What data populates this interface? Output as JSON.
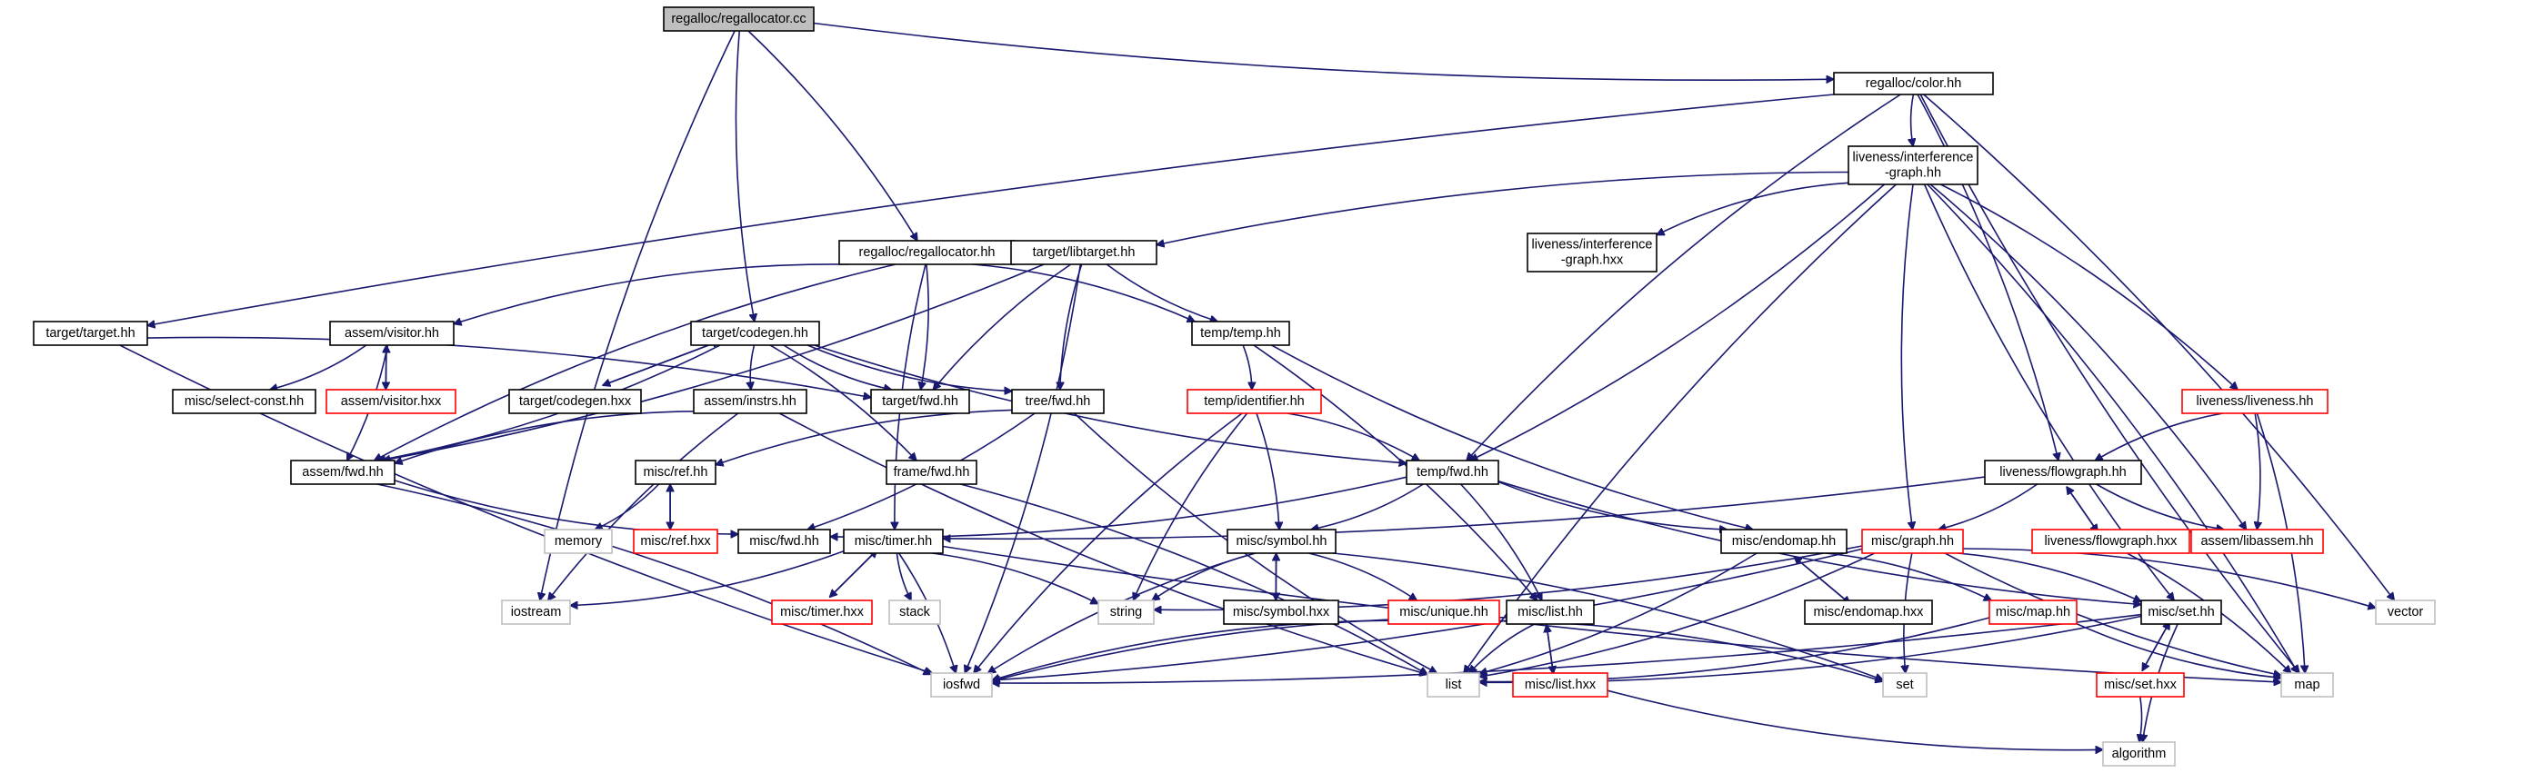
{
  "diagram": {
    "type": "include-dependency-graph",
    "colors": {
      "edge": "#191970",
      "node_border": "#000000",
      "root_fill": "#bfbfbf",
      "undocumented_border": "#ff0000",
      "system_header_border": "#bfbfbf"
    },
    "nodes": [
      {
        "id": "regalloc_cc",
        "label": "regalloc/regallocator.cc",
        "kind": "root"
      },
      {
        "id": "color_hh",
        "label": "regalloc/color.hh",
        "kind": "normal"
      },
      {
        "id": "ig_hh",
        "label": "liveness/interference\n-graph.hh",
        "kind": "normal"
      },
      {
        "id": "regalloc_hh",
        "label": "regalloc/regallocator.hh",
        "kind": "normal"
      },
      {
        "id": "libtarget_hh",
        "label": "target/libtarget.hh",
        "kind": "normal"
      },
      {
        "id": "ig_hxx",
        "label": "liveness/interference\n-graph.hxx",
        "kind": "normal"
      },
      {
        "id": "target_hh",
        "label": "target/target.hh",
        "kind": "normal"
      },
      {
        "id": "visitor_hh",
        "label": "assem/visitor.hh",
        "kind": "normal"
      },
      {
        "id": "visitor_hxx",
        "label": "assem/visitor.hxx",
        "kind": "red"
      },
      {
        "id": "selectconst_hh",
        "label": "misc/select-const.hh",
        "kind": "normal"
      },
      {
        "id": "codegen_hh",
        "label": "target/codegen.hh",
        "kind": "normal"
      },
      {
        "id": "codegen_hxx",
        "label": "target/codegen.hxx",
        "kind": "normal"
      },
      {
        "id": "target_fwd_hh",
        "label": "target/fwd.hh",
        "kind": "normal"
      },
      {
        "id": "temp_hh",
        "label": "temp/temp.hh",
        "kind": "normal"
      },
      {
        "id": "tree_fwd_hh",
        "label": "tree/fwd.hh",
        "kind": "normal"
      },
      {
        "id": "instrs_hh",
        "label": "assem/instrs.hh",
        "kind": "normal"
      },
      {
        "id": "identifier_hh",
        "label": "temp/identifier.hh",
        "kind": "red"
      },
      {
        "id": "liveness_hh",
        "label": "liveness/liveness.hh",
        "kind": "red"
      },
      {
        "id": "assem_fwd_hh",
        "label": "assem/fwd.hh",
        "kind": "normal"
      },
      {
        "id": "ref_hh",
        "label": "misc/ref.hh",
        "kind": "normal"
      },
      {
        "id": "frame_fwd_hh",
        "label": "frame/fwd.hh",
        "kind": "normal"
      },
      {
        "id": "temp_fwd_hh",
        "label": "temp/fwd.hh",
        "kind": "normal"
      },
      {
        "id": "flowgraph_hh",
        "label": "liveness/flowgraph.hh",
        "kind": "normal"
      },
      {
        "id": "memory",
        "label": "memory",
        "kind": "gray"
      },
      {
        "id": "ref_hxx",
        "label": "misc/ref.hxx",
        "kind": "red"
      },
      {
        "id": "misc_fwd_hh",
        "label": "misc/fwd.hh",
        "kind": "normal"
      },
      {
        "id": "timer_hh",
        "label": "misc/timer.hh",
        "kind": "normal"
      },
      {
        "id": "symbol_hh",
        "label": "misc/symbol.hh",
        "kind": "normal"
      },
      {
        "id": "endomap_hh",
        "label": "misc/endomap.hh",
        "kind": "normal"
      },
      {
        "id": "graph_hh",
        "label": "misc/graph.hh",
        "kind": "red"
      },
      {
        "id": "flowgraph_hxx",
        "label": "liveness/flowgraph.hxx",
        "kind": "red"
      },
      {
        "id": "libassem_hh",
        "label": "assem/libassem.hh",
        "kind": "red"
      },
      {
        "id": "iostream",
        "label": "iostream",
        "kind": "gray"
      },
      {
        "id": "timer_hxx",
        "label": "misc/timer.hxx",
        "kind": "red"
      },
      {
        "id": "stack",
        "label": "stack",
        "kind": "gray"
      },
      {
        "id": "string",
        "label": "string",
        "kind": "gray"
      },
      {
        "id": "symbol_hxx",
        "label": "misc/symbol.hxx",
        "kind": "normal"
      },
      {
        "id": "unique_hh",
        "label": "misc/unique.hh",
        "kind": "red"
      },
      {
        "id": "list_hh",
        "label": "misc/list.hh",
        "kind": "normal"
      },
      {
        "id": "endomap_hxx",
        "label": "misc/endomap.hxx",
        "kind": "normal"
      },
      {
        "id": "map_hh",
        "label": "misc/map.hh",
        "kind": "red"
      },
      {
        "id": "set_hh",
        "label": "misc/set.hh",
        "kind": "normal"
      },
      {
        "id": "vector",
        "label": "vector",
        "kind": "gray"
      },
      {
        "id": "iosfwd",
        "label": "iosfwd",
        "kind": "gray"
      },
      {
        "id": "list",
        "label": "list",
        "kind": "gray"
      },
      {
        "id": "set",
        "label": "set",
        "kind": "gray"
      },
      {
        "id": "map",
        "label": "map",
        "kind": "gray"
      },
      {
        "id": "list_hxx",
        "label": "misc/list.hxx",
        "kind": "red"
      },
      {
        "id": "set_hxx",
        "label": "misc/set.hxx",
        "kind": "red"
      },
      {
        "id": "algorithm",
        "label": "algorithm",
        "kind": "gray"
      }
    ],
    "edges": [
      [
        "regalloc_cc",
        "color_hh"
      ],
      [
        "regalloc_cc",
        "regalloc_hh"
      ],
      [
        "regalloc_cc",
        "codegen_hh"
      ],
      [
        "regalloc_cc",
        "iostream"
      ],
      [
        "color_hh",
        "ig_hh"
      ],
      [
        "color_hh",
        "target_hh"
      ],
      [
        "color_hh",
        "temp_fwd_hh"
      ],
      [
        "color_hh",
        "flowgraph_hh"
      ],
      [
        "color_hh",
        "vector"
      ],
      [
        "color_hh",
        "map"
      ],
      [
        "ig_hh",
        "libtarget_hh"
      ],
      [
        "ig_hh",
        "ig_hxx"
      ],
      [
        "ig_hh",
        "temp_fwd_hh"
      ],
      [
        "ig_hh",
        "liveness_hh"
      ],
      [
        "ig_hh",
        "graph_hh"
      ],
      [
        "ig_hh",
        "libassem_hh"
      ],
      [
        "ig_hh",
        "set_hh"
      ],
      [
        "ig_hh",
        "list"
      ],
      [
        "ig_hh",
        "map"
      ],
      [
        "regalloc_hh",
        "visitor_hh"
      ],
      [
        "regalloc_hh",
        "target_fwd_hh"
      ],
      [
        "regalloc_hh",
        "temp_hh"
      ],
      [
        "regalloc_hh",
        "assem_fwd_hh"
      ],
      [
        "regalloc_hh",
        "timer_hh"
      ],
      [
        "libtarget_hh",
        "target_fwd_hh"
      ],
      [
        "libtarget_hh",
        "temp_hh"
      ],
      [
        "libtarget_hh",
        "tree_fwd_hh"
      ],
      [
        "libtarget_hh",
        "assem_fwd_hh"
      ],
      [
        "libtarget_hh",
        "iosfwd"
      ],
      [
        "target_hh",
        "target_fwd_hh"
      ],
      [
        "target_hh",
        "iosfwd"
      ],
      [
        "visitor_hh",
        "visitor_hxx"
      ],
      [
        "visitor_hh",
        "selectconst_hh"
      ],
      [
        "visitor_hh",
        "assem_fwd_hh"
      ],
      [
        "visitor_hxx",
        "visitor_hh"
      ],
      [
        "codegen_hh",
        "codegen_hxx"
      ],
      [
        "codegen_hh",
        "target_fwd_hh"
      ],
      [
        "codegen_hh",
        "tree_fwd_hh"
      ],
      [
        "codegen_hh",
        "instrs_hh"
      ],
      [
        "codegen_hh",
        "temp_fwd_hh"
      ],
      [
        "codegen_hh",
        "frame_fwd_hh"
      ],
      [
        "codegen_hh",
        "assem_fwd_hh"
      ],
      [
        "codegen_hxx",
        "codegen_hh"
      ],
      [
        "temp_hh",
        "identifier_hh"
      ],
      [
        "temp_hh",
        "endomap_hh"
      ],
      [
        "temp_hh",
        "list_hh"
      ],
      [
        "tree_fwd_hh",
        "misc_fwd_hh"
      ],
      [
        "tree_fwd_hh",
        "list"
      ],
      [
        "tree_fwd_hh",
        "ref_hh"
      ],
      [
        "instrs_hh",
        "assem_fwd_hh"
      ],
      [
        "instrs_hh",
        "iostream"
      ],
      [
        "instrs_hh",
        "list"
      ],
      [
        "identifier_hh",
        "temp_fwd_hh"
      ],
      [
        "identifier_hh",
        "symbol_hh"
      ],
      [
        "identifier_hh",
        "string"
      ],
      [
        "identifier_hh",
        "iosfwd"
      ],
      [
        "liveness_hh",
        "flowgraph_hh"
      ],
      [
        "liveness_hh",
        "libassem_hh"
      ],
      [
        "liveness_hh",
        "map"
      ],
      [
        "assem_fwd_hh",
        "misc_fwd_hh"
      ],
      [
        "assem_fwd_hh",
        "iosfwd"
      ],
      [
        "ref_hh",
        "memory"
      ],
      [
        "ref_hh",
        "ref_hxx"
      ],
      [
        "ref_hxx",
        "ref_hh"
      ],
      [
        "frame_fwd_hh",
        "list"
      ],
      [
        "temp_fwd_hh",
        "misc_fwd_hh"
      ],
      [
        "temp_fwd_hh",
        "symbol_hh"
      ],
      [
        "temp_fwd_hh",
        "endomap_hh"
      ],
      [
        "temp_fwd_hh",
        "list_hh"
      ],
      [
        "temp_fwd_hh",
        "set_hh"
      ],
      [
        "flowgraph_hh",
        "timer_hh"
      ],
      [
        "flowgraph_hh",
        "graph_hh"
      ],
      [
        "flowgraph_hh",
        "flowgraph_hxx"
      ],
      [
        "flowgraph_hh",
        "libassem_hh"
      ],
      [
        "flowgraph_hxx",
        "flowgraph_hh"
      ],
      [
        "flowgraph_hxx",
        "map"
      ],
      [
        "timer_hh",
        "iostream"
      ],
      [
        "timer_hh",
        "timer_hxx"
      ],
      [
        "timer_hh",
        "stack"
      ],
      [
        "timer_hh",
        "string"
      ],
      [
        "timer_hh",
        "iosfwd"
      ],
      [
        "timer_hh",
        "map"
      ],
      [
        "timer_hxx",
        "timer_hh"
      ],
      [
        "symbol_hh",
        "symbol_hxx"
      ],
      [
        "symbol_hh",
        "unique_hh"
      ],
      [
        "symbol_hh",
        "string"
      ],
      [
        "symbol_hh",
        "iosfwd"
      ],
      [
        "symbol_hh",
        "set"
      ],
      [
        "symbol_hxx",
        "symbol_hh"
      ],
      [
        "unique_hh",
        "iosfwd"
      ],
      [
        "unique_hh",
        "set"
      ],
      [
        "endomap_hh",
        "endomap_hxx"
      ],
      [
        "endomap_hh",
        "map_hh"
      ],
      [
        "endomap_hh",
        "list"
      ],
      [
        "endomap_hxx",
        "endomap_hh"
      ],
      [
        "graph_hh",
        "set_hh"
      ],
      [
        "graph_hh",
        "string"
      ],
      [
        "graph_hh",
        "iosfwd"
      ],
      [
        "graph_hh",
        "list"
      ],
      [
        "graph_hh",
        "vector"
      ],
      [
        "graph_hh",
        "set"
      ],
      [
        "graph_hh",
        "map"
      ],
      [
        "map_hh",
        "list"
      ],
      [
        "map_hh",
        "map"
      ],
      [
        "set_hh",
        "set_hxx"
      ],
      [
        "set_hh",
        "list"
      ],
      [
        "set_hh",
        "iosfwd"
      ],
      [
        "set_hh",
        "algorithm"
      ],
      [
        "set_hxx",
        "set_hh"
      ],
      [
        "set_hxx",
        "algorithm"
      ],
      [
        "list_hh",
        "list_hxx"
      ],
      [
        "list_hh",
        "list"
      ],
      [
        "list_hh",
        "iosfwd"
      ],
      [
        "list_hxx",
        "list_hh"
      ],
      [
        "list_hxx",
        "algorithm"
      ]
    ]
  }
}
